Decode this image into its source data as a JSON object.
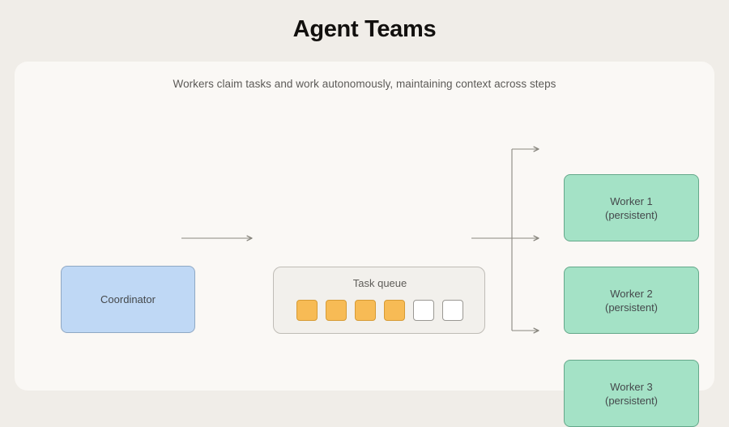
{
  "page": {
    "title": "Agent Teams",
    "background_color": "#F0EDE8",
    "card_color": "#FAF8F5"
  },
  "diagram": {
    "subtitle": "Workers claim tasks and work autonomously, maintaining context across steps",
    "coordinator": {
      "label": "Coordinator",
      "fill_color": "#BFD8F5",
      "border_color": "#8FA8C4"
    },
    "task_queue": {
      "label": "Task queue",
      "fill_color": "#F2F0EC",
      "border_color": "#BFBCB6",
      "filled_color": "#F7BB55",
      "empty_color": "#FFFFFF",
      "slots": [
        {
          "state": "filled"
        },
        {
          "state": "filled"
        },
        {
          "state": "filled"
        },
        {
          "state": "filled"
        },
        {
          "state": "empty"
        },
        {
          "state": "empty"
        }
      ],
      "filled_count": 4,
      "total_count": 6
    },
    "workers": [
      {
        "name": "Worker 1",
        "state": "(persistent)"
      },
      {
        "name": "Worker 2",
        "state": "(persistent)"
      },
      {
        "name": "Worker 3",
        "state": "(persistent)"
      }
    ],
    "worker_fill_color": "#A4E2C6",
    "worker_border_color": "#64A88A",
    "connector_color": "#8A8880"
  }
}
